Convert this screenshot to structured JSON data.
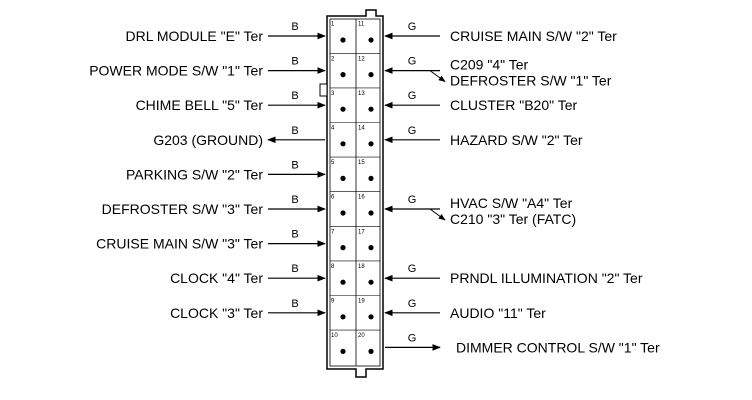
{
  "connector": {
    "pins": [
      {
        "n": "1",
        "col": 0,
        "row": 0
      },
      {
        "n": "2",
        "col": 0,
        "row": 1
      },
      {
        "n": "3",
        "col": 0,
        "row": 2
      },
      {
        "n": "4",
        "col": 0,
        "row": 3
      },
      {
        "n": "5",
        "col": 0,
        "row": 4
      },
      {
        "n": "6",
        "col": 0,
        "row": 5
      },
      {
        "n": "7",
        "col": 0,
        "row": 6
      },
      {
        "n": "8",
        "col": 0,
        "row": 7
      },
      {
        "n": "9",
        "col": 0,
        "row": 8
      },
      {
        "n": "10",
        "col": 0,
        "row": 9
      },
      {
        "n": "11",
        "col": 1,
        "row": 0
      },
      {
        "n": "12",
        "col": 1,
        "row": 1
      },
      {
        "n": "13",
        "col": 1,
        "row": 2
      },
      {
        "n": "14",
        "col": 1,
        "row": 3
      },
      {
        "n": "15",
        "col": 1,
        "row": 4
      },
      {
        "n": "16",
        "col": 1,
        "row": 5
      },
      {
        "n": "17",
        "col": 1,
        "row": 6
      },
      {
        "n": "18",
        "col": 1,
        "row": 7
      },
      {
        "n": "19",
        "col": 1,
        "row": 8
      },
      {
        "n": "20",
        "col": 1,
        "row": 9
      }
    ]
  },
  "left": [
    {
      "row": 0,
      "label": "DRL MODULE \"E\" Ter",
      "wire": "B",
      "dir": "in"
    },
    {
      "row": 1,
      "label": "POWER MODE S/W \"1\" Ter",
      "wire": "B",
      "dir": "in"
    },
    {
      "row": 2,
      "label": "CHIME BELL \"5\" Ter",
      "wire": "B",
      "dir": "in"
    },
    {
      "row": 3,
      "label": "G203 (GROUND)",
      "wire": "B",
      "dir": "out"
    },
    {
      "row": 4,
      "label": "PARKING S/W \"2\" Ter",
      "wire": "B",
      "dir": "in"
    },
    {
      "row": 5,
      "label": "DEFROSTER S/W \"3\" Ter",
      "wire": "B",
      "dir": "in"
    },
    {
      "row": 6,
      "label": "CRUISE MAIN S/W \"3\" Ter",
      "wire": "B",
      "dir": "in"
    },
    {
      "row": 7,
      "label": "CLOCK \"4\" Ter",
      "wire": "B",
      "dir": "in"
    },
    {
      "row": 8,
      "label": "CLOCK \"3\" Ter",
      "wire": "B",
      "dir": "in"
    }
  ],
  "right": [
    {
      "row": 0,
      "label": "CRUISE MAIN S/W \"2\" Ter",
      "wire": "G",
      "dir": "in"
    },
    {
      "row": 1,
      "label": "C209 \"4\" Ter",
      "label2": "DEFROSTER S/W \"1\" Ter",
      "wire": "G",
      "dir": "in"
    },
    {
      "row": 2,
      "label": "CLUSTER \"B20\" Ter",
      "wire": "G",
      "dir": "in"
    },
    {
      "row": 3,
      "label": "HAZARD S/W \"2\" Ter",
      "wire": "G",
      "dir": "in"
    },
    {
      "row": 5,
      "label": "HVAC S/W \"A4\" Ter",
      "label2": "C210 \"3\" Ter (FATC)",
      "wire": "G",
      "dir": "in"
    },
    {
      "row": 7,
      "label": "PRNDL ILLUMINATION \"2\" Ter",
      "wire": "G",
      "dir": "in"
    },
    {
      "row": 8,
      "label": "AUDIO \"11\" Ter",
      "wire": "G",
      "dir": "in"
    },
    {
      "row": 9,
      "label": "DIMMER CONTROL S/W \"1\" Ter",
      "wire": "G",
      "dir": "out"
    }
  ]
}
